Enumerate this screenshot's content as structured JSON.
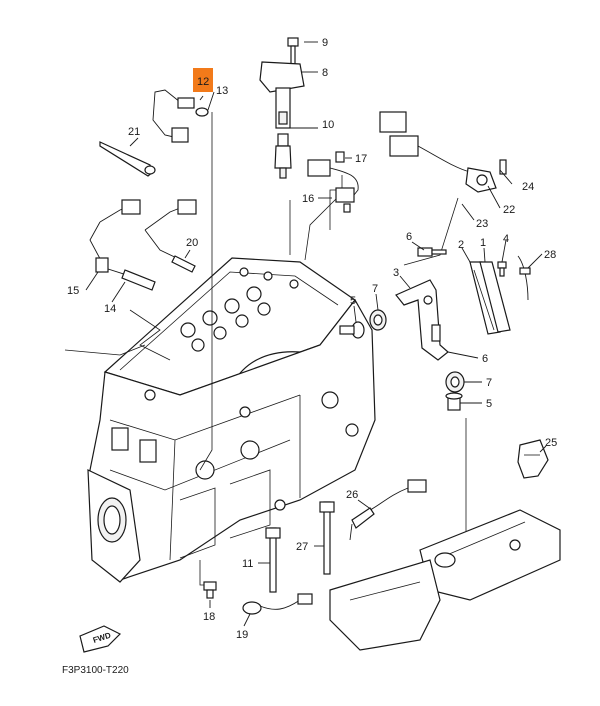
{
  "diagram": {
    "highlight_color": "#f27a1a",
    "ink_color": "#1a1a1a",
    "highlighted_callout": "12",
    "callouts": [
      "9",
      "8",
      "12",
      "13",
      "10",
      "21",
      "17",
      "16",
      "24",
      "22",
      "23",
      "20",
      "6",
      "2",
      "1",
      "4",
      "28",
      "3",
      "15",
      "14",
      "5",
      "7",
      "6",
      "7",
      "5",
      "25",
      "26",
      "11",
      "27",
      "18",
      "19"
    ],
    "direction_badge": "FWD",
    "figure_code": "F3P3100-T220"
  }
}
